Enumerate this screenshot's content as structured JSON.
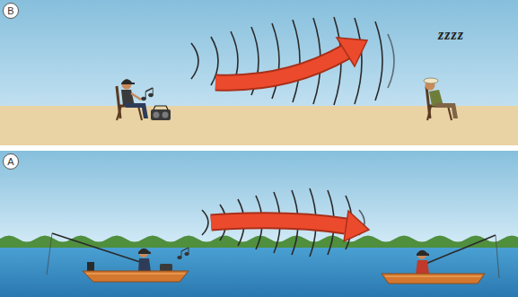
{
  "diagram": {
    "nodes": [
      {
        "text": [
          "B"
        ]
      },
      {
        "text": [
          "A"
        ]
      }
    ],
    "labels": [
      "zzzz"
    ]
  }
}
